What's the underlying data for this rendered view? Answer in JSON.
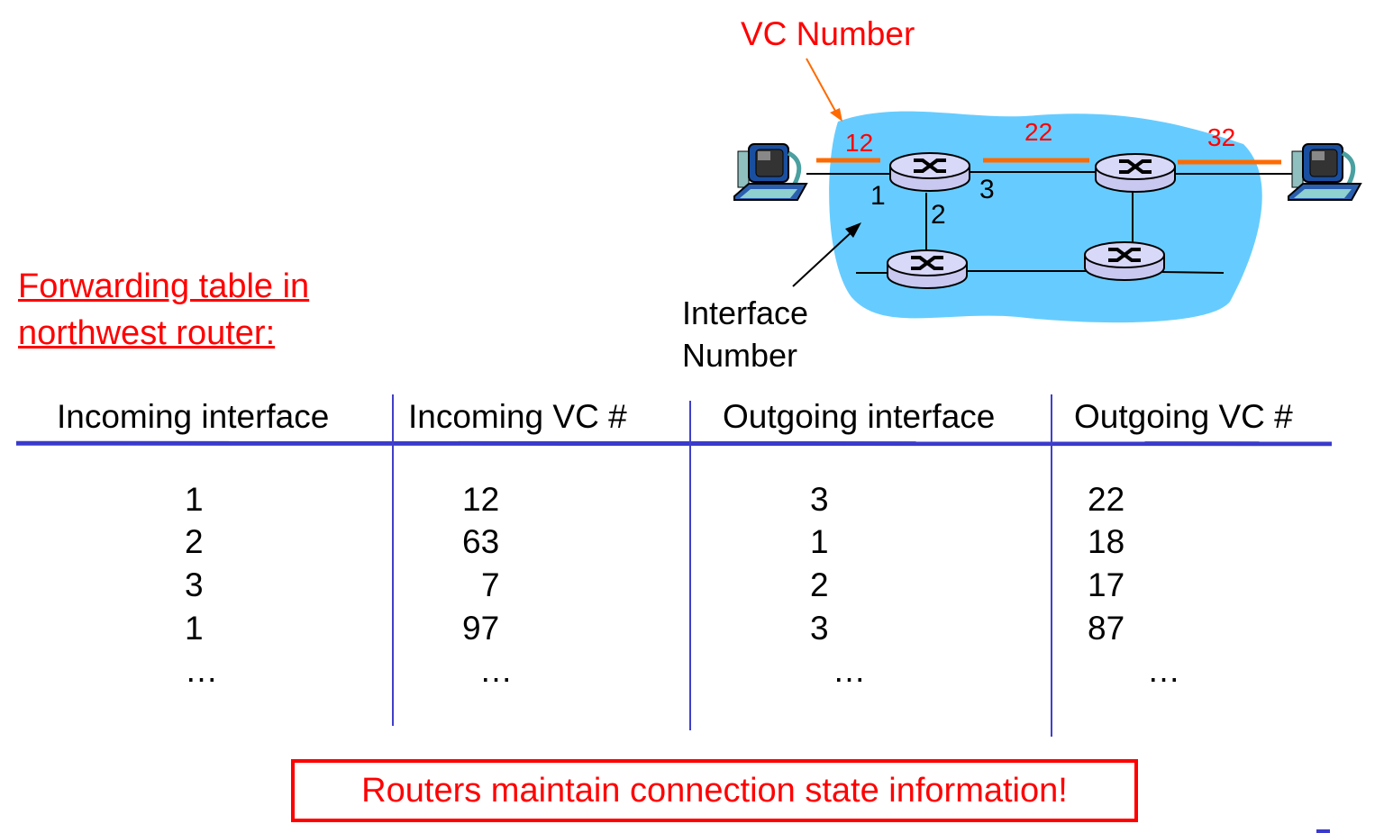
{
  "diagram": {
    "vc_number_label": "VC Number",
    "interface_number_label": [
      "Interface",
      "Number"
    ],
    "vc_labels": [
      "12",
      "22",
      "32"
    ],
    "interface_labels": [
      "1",
      "2",
      "3"
    ],
    "colors": {
      "cloud": "#66ccff",
      "vc_link": "#ff6a00",
      "label_red": "#ff0000",
      "router_fill": "#c8c8f0"
    }
  },
  "table_title": [
    "Forwarding table in",
    "northwest router:"
  ],
  "table": {
    "headers": [
      "Incoming interface",
      "Incoming VC #",
      "Outgoing interface",
      "Outgoing VC #"
    ],
    "rows": [
      [
        "1",
        "12",
        "3",
        "22"
      ],
      [
        "2",
        "63",
        "1",
        "18"
      ],
      [
        "3",
        "7",
        "2",
        "17"
      ],
      [
        "1",
        "97",
        "3",
        "87"
      ],
      [
        "…",
        "…",
        "…",
        "…"
      ]
    ]
  },
  "note": "Routers maintain connection state information!"
}
